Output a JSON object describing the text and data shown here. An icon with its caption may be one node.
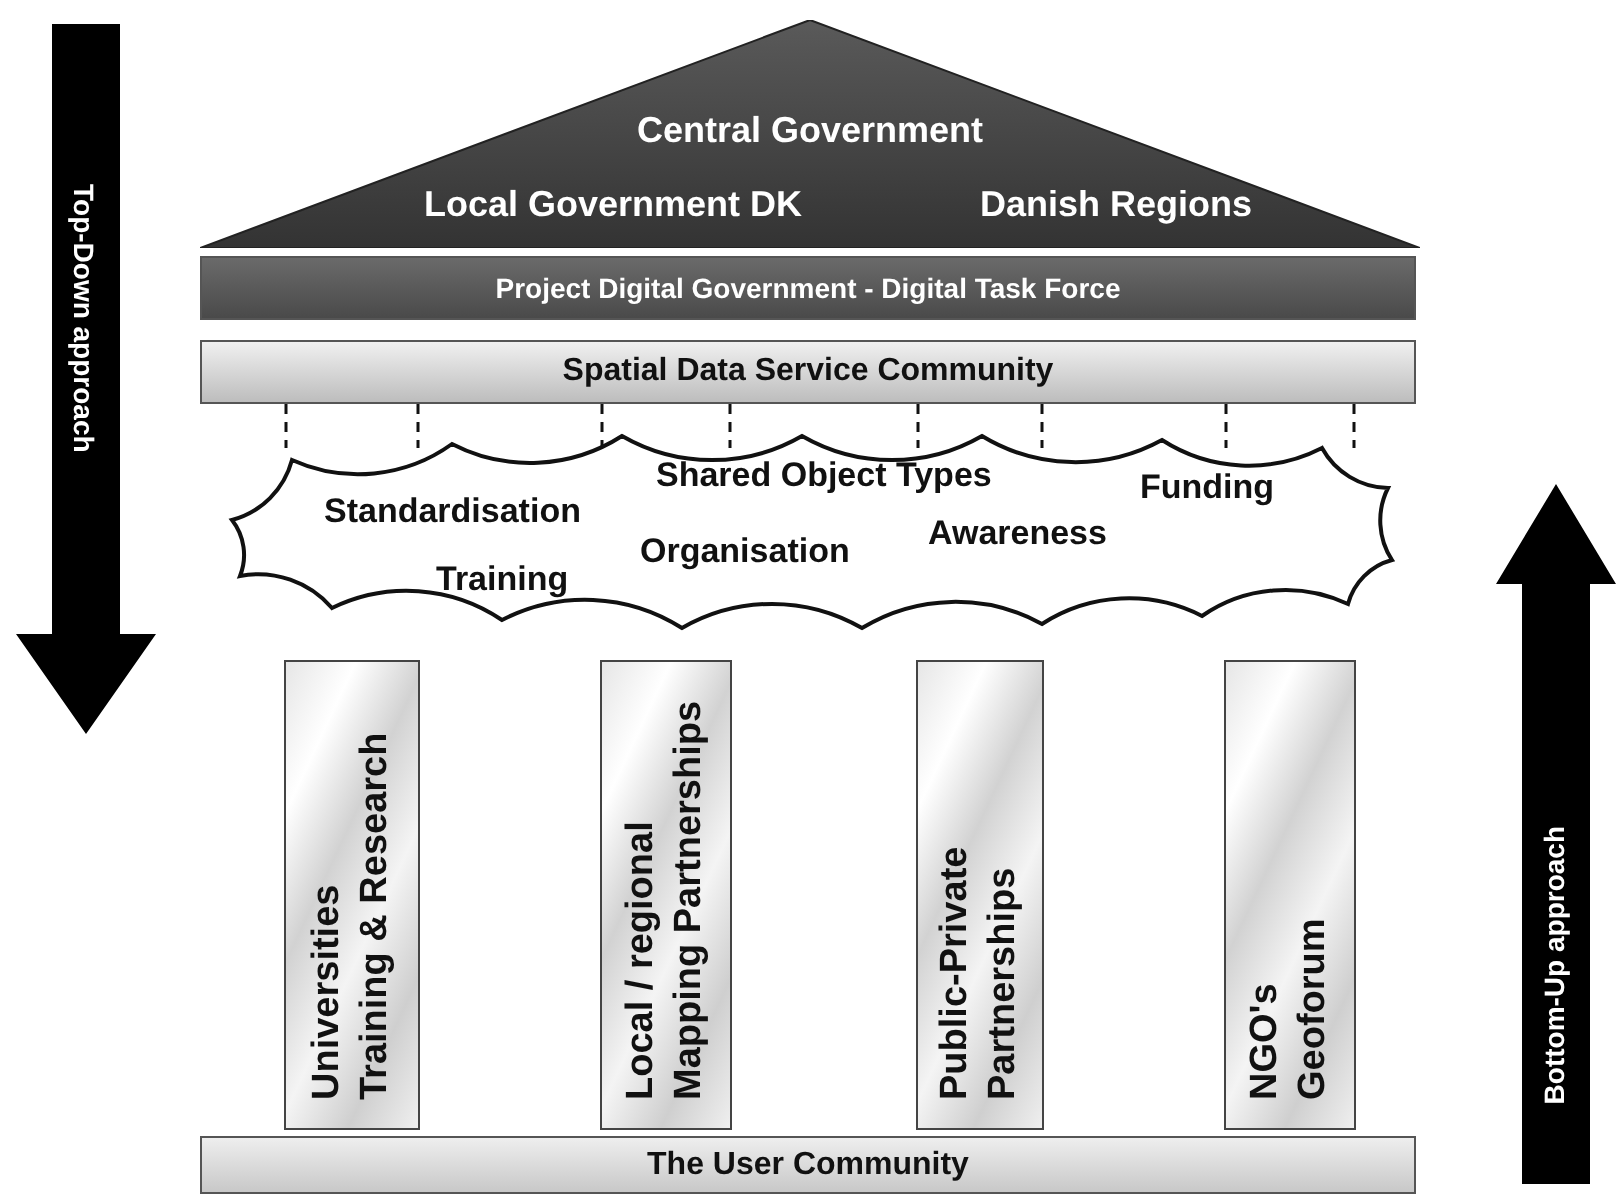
{
  "diagram": {
    "nodes": [
      {
        "text": [
          "Central Government",
          "Local Government DK",
          "Danish Regions"
        ]
      },
      {
        "text": [
          "Project Digital Government - Digital Task Force"
        ]
      },
      {
        "text": [
          "Spatial Data Service Community"
        ]
      },
      {
        "text": [
          "Standardisation",
          "Shared Object Types",
          "Funding",
          "Training",
          "Organisation",
          "Awareness"
        ]
      },
      {
        "text": [
          "Universities",
          "Training & Research"
        ]
      },
      {
        "text": [
          "Local / regional Mapping Partnerships"
        ]
      },
      {
        "text": [
          "Public-Private Partnerships"
        ]
      },
      {
        "text": [
          "NGO's",
          "Geoforum"
        ]
      },
      {
        "text": [
          "The User Community"
        ]
      },
      {
        "text": [
          "Top-Down approach"
        ]
      },
      {
        "text": [
          "Bottom-Up approach"
        ]
      }
    ],
    "edges": [
      {
        "from": 2,
        "to": 3,
        "arrow": "none",
        "style": "dashed"
      },
      {
        "from": 2,
        "to": 3,
        "arrow": "none",
        "style": "dashed"
      },
      {
        "from": 2,
        "to": 3,
        "arrow": "none",
        "style": "dashed"
      },
      {
        "from": 2,
        "to": 3,
        "arrow": "none",
        "style": "dashed"
      },
      {
        "from": 2,
        "to": 3,
        "arrow": "none",
        "style": "dashed"
      },
      {
        "from": 2,
        "to": 3,
        "arrow": "none",
        "style": "dashed"
      },
      {
        "from": 2,
        "to": 3,
        "arrow": "none",
        "style": "dashed"
      },
      {
        "from": 2,
        "to": 3,
        "arrow": "none",
        "style": "dashed"
      }
    ]
  }
}
